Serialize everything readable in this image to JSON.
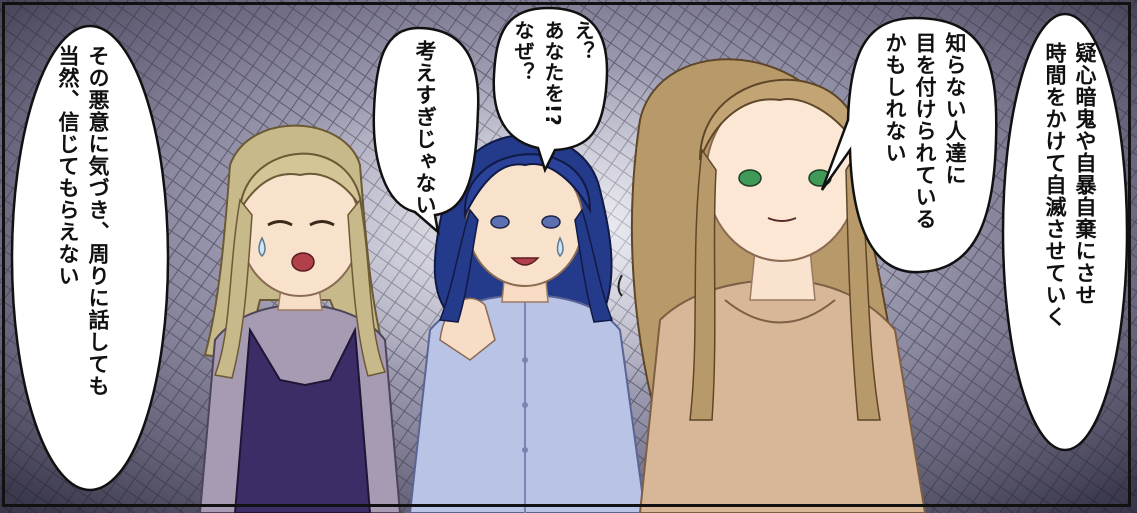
{
  "bubbles": {
    "left": "その悪意に気づき、周りに話しても\n当然、信じてもらえない",
    "center_left": "考えすぎじゃない",
    "center": "え？\nあなたを!?\nなぜ？",
    "center_right": "知らない人達に\n目を付けられている\nかもしれない",
    "right": "疑心暗鬼や自暴自棄にさせ\n時間をかけて自滅させていく"
  },
  "colors": {
    "background_dark": "#4b4862",
    "background_light": "#d9d9e6",
    "panel_border": "#111111"
  },
  "characters": [
    {
      "name": "blonde-woman",
      "icon": "character-left"
    },
    {
      "name": "blue-haired-woman",
      "icon": "character-center"
    },
    {
      "name": "brown-haired-woman",
      "icon": "character-right"
    }
  ]
}
